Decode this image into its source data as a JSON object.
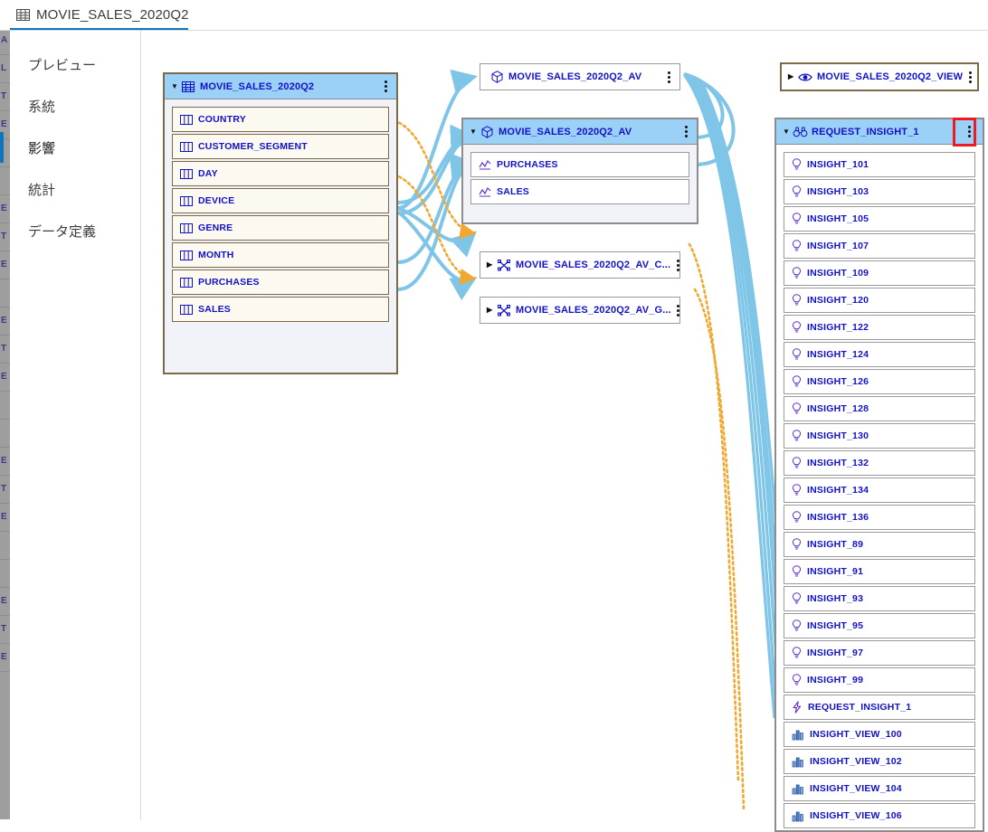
{
  "window": {
    "tab": {
      "label": "MOVIE_SALES_2020Q2",
      "icon": "table-icon"
    },
    "accent_color": "#0f75bc"
  },
  "sidebar": {
    "items": [
      {
        "label": "プレビュー",
        "name": "preview",
        "active": false
      },
      {
        "label": "系統",
        "name": "lineage",
        "active": false
      },
      {
        "label": "影響",
        "name": "impact",
        "active": true
      },
      {
        "label": "統計",
        "name": "statistics",
        "active": false
      },
      {
        "label": "データ定義",
        "name": "data-definition",
        "active": false
      }
    ]
  },
  "background_list": {
    "fragments": [
      "A",
      "L",
      "T",
      "E",
      "",
      "",
      "E",
      "T",
      "E",
      "",
      "E",
      "T",
      "E",
      "",
      "",
      "E",
      "T",
      "E",
      "",
      "",
      "E",
      "T",
      "E"
    ]
  },
  "canvas": {
    "nodes": {
      "source_table": {
        "title": "MOVIE_SALES_2020Q2",
        "icon": "table-icon",
        "caret": "expanded",
        "selected": true,
        "kebab": "more-options",
        "columns": [
          {
            "label": "COUNTRY",
            "icon": "column-icon"
          },
          {
            "label": "CUSTOMER_SEGMENT",
            "icon": "column-icon"
          },
          {
            "label": "DAY",
            "icon": "column-icon"
          },
          {
            "label": "DEVICE",
            "icon": "column-icon"
          },
          {
            "label": "GENRE",
            "icon": "column-icon"
          },
          {
            "label": "MONTH",
            "icon": "column-icon"
          },
          {
            "label": "PURCHASES",
            "icon": "column-icon"
          },
          {
            "label": "SALES",
            "icon": "column-icon"
          }
        ]
      },
      "av_collapsed": {
        "title": "MOVIE_SALES_2020Q2_AV",
        "icon": "cube-icon",
        "caret": "none",
        "kebab": "more-options"
      },
      "av_expanded": {
        "title": "MOVIE_SALES_2020Q2_AV",
        "icon": "cube-icon",
        "caret": "expanded",
        "selected": true,
        "kebab": "more-options",
        "measures": [
          {
            "label": "PURCHASES",
            "icon": "measure-icon"
          },
          {
            "label": "SALES",
            "icon": "measure-icon"
          }
        ]
      },
      "av_c": {
        "title": "MOVIE_SALES_2020Q2_AV_C...",
        "icon": "hierarchy-icon",
        "caret": "collapsed",
        "kebab": "more-options"
      },
      "av_g": {
        "title": "MOVIE_SALES_2020Q2_AV_G...",
        "icon": "hierarchy-icon",
        "caret": "collapsed",
        "kebab": "more-options"
      },
      "view_node": {
        "title": "MOVIE_SALES_2020Q2_VIEW",
        "icon": "eye-icon",
        "caret": "collapsed",
        "kebab": "more-options"
      },
      "request_insight": {
        "title": "REQUEST_INSIGHT_1",
        "icon": "binoculars-icon",
        "caret": "expanded",
        "selected": true,
        "kebab": "more-options",
        "kebab_highlight_color": "#ed1c24",
        "items": [
          {
            "label": "INSIGHT_101",
            "icon": "lightbulb-icon"
          },
          {
            "label": "INSIGHT_103",
            "icon": "lightbulb-icon"
          },
          {
            "label": "INSIGHT_105",
            "icon": "lightbulb-icon"
          },
          {
            "label": "INSIGHT_107",
            "icon": "lightbulb-icon"
          },
          {
            "label": "INSIGHT_109",
            "icon": "lightbulb-icon"
          },
          {
            "label": "INSIGHT_120",
            "icon": "lightbulb-icon"
          },
          {
            "label": "INSIGHT_122",
            "icon": "lightbulb-icon"
          },
          {
            "label": "INSIGHT_124",
            "icon": "lightbulb-icon"
          },
          {
            "label": "INSIGHT_126",
            "icon": "lightbulb-icon"
          },
          {
            "label": "INSIGHT_128",
            "icon": "lightbulb-icon"
          },
          {
            "label": "INSIGHT_130",
            "icon": "lightbulb-icon"
          },
          {
            "label": "INSIGHT_132",
            "icon": "lightbulb-icon"
          },
          {
            "label": "INSIGHT_134",
            "icon": "lightbulb-icon"
          },
          {
            "label": "INSIGHT_136",
            "icon": "lightbulb-icon"
          },
          {
            "label": "INSIGHT_89",
            "icon": "lightbulb-icon"
          },
          {
            "label": "INSIGHT_91",
            "icon": "lightbulb-icon"
          },
          {
            "label": "INSIGHT_93",
            "icon": "lightbulb-icon"
          },
          {
            "label": "INSIGHT_95",
            "icon": "lightbulb-icon"
          },
          {
            "label": "INSIGHT_97",
            "icon": "lightbulb-icon"
          },
          {
            "label": "INSIGHT_99",
            "icon": "lightbulb-icon"
          },
          {
            "label": "REQUEST_INSIGHT_1",
            "icon": "bolt-icon"
          },
          {
            "label": "INSIGHT_VIEW_100",
            "icon": "barchart-icon"
          },
          {
            "label": "INSIGHT_VIEW_102",
            "icon": "barchart-icon"
          },
          {
            "label": "INSIGHT_VIEW_104",
            "icon": "barchart-icon"
          },
          {
            "label": "INSIGHT_VIEW_106",
            "icon": "barchart-icon"
          }
        ]
      }
    },
    "edge_colors": {
      "solid": "#7fc5e8",
      "dotted": "#f0a830"
    }
  }
}
